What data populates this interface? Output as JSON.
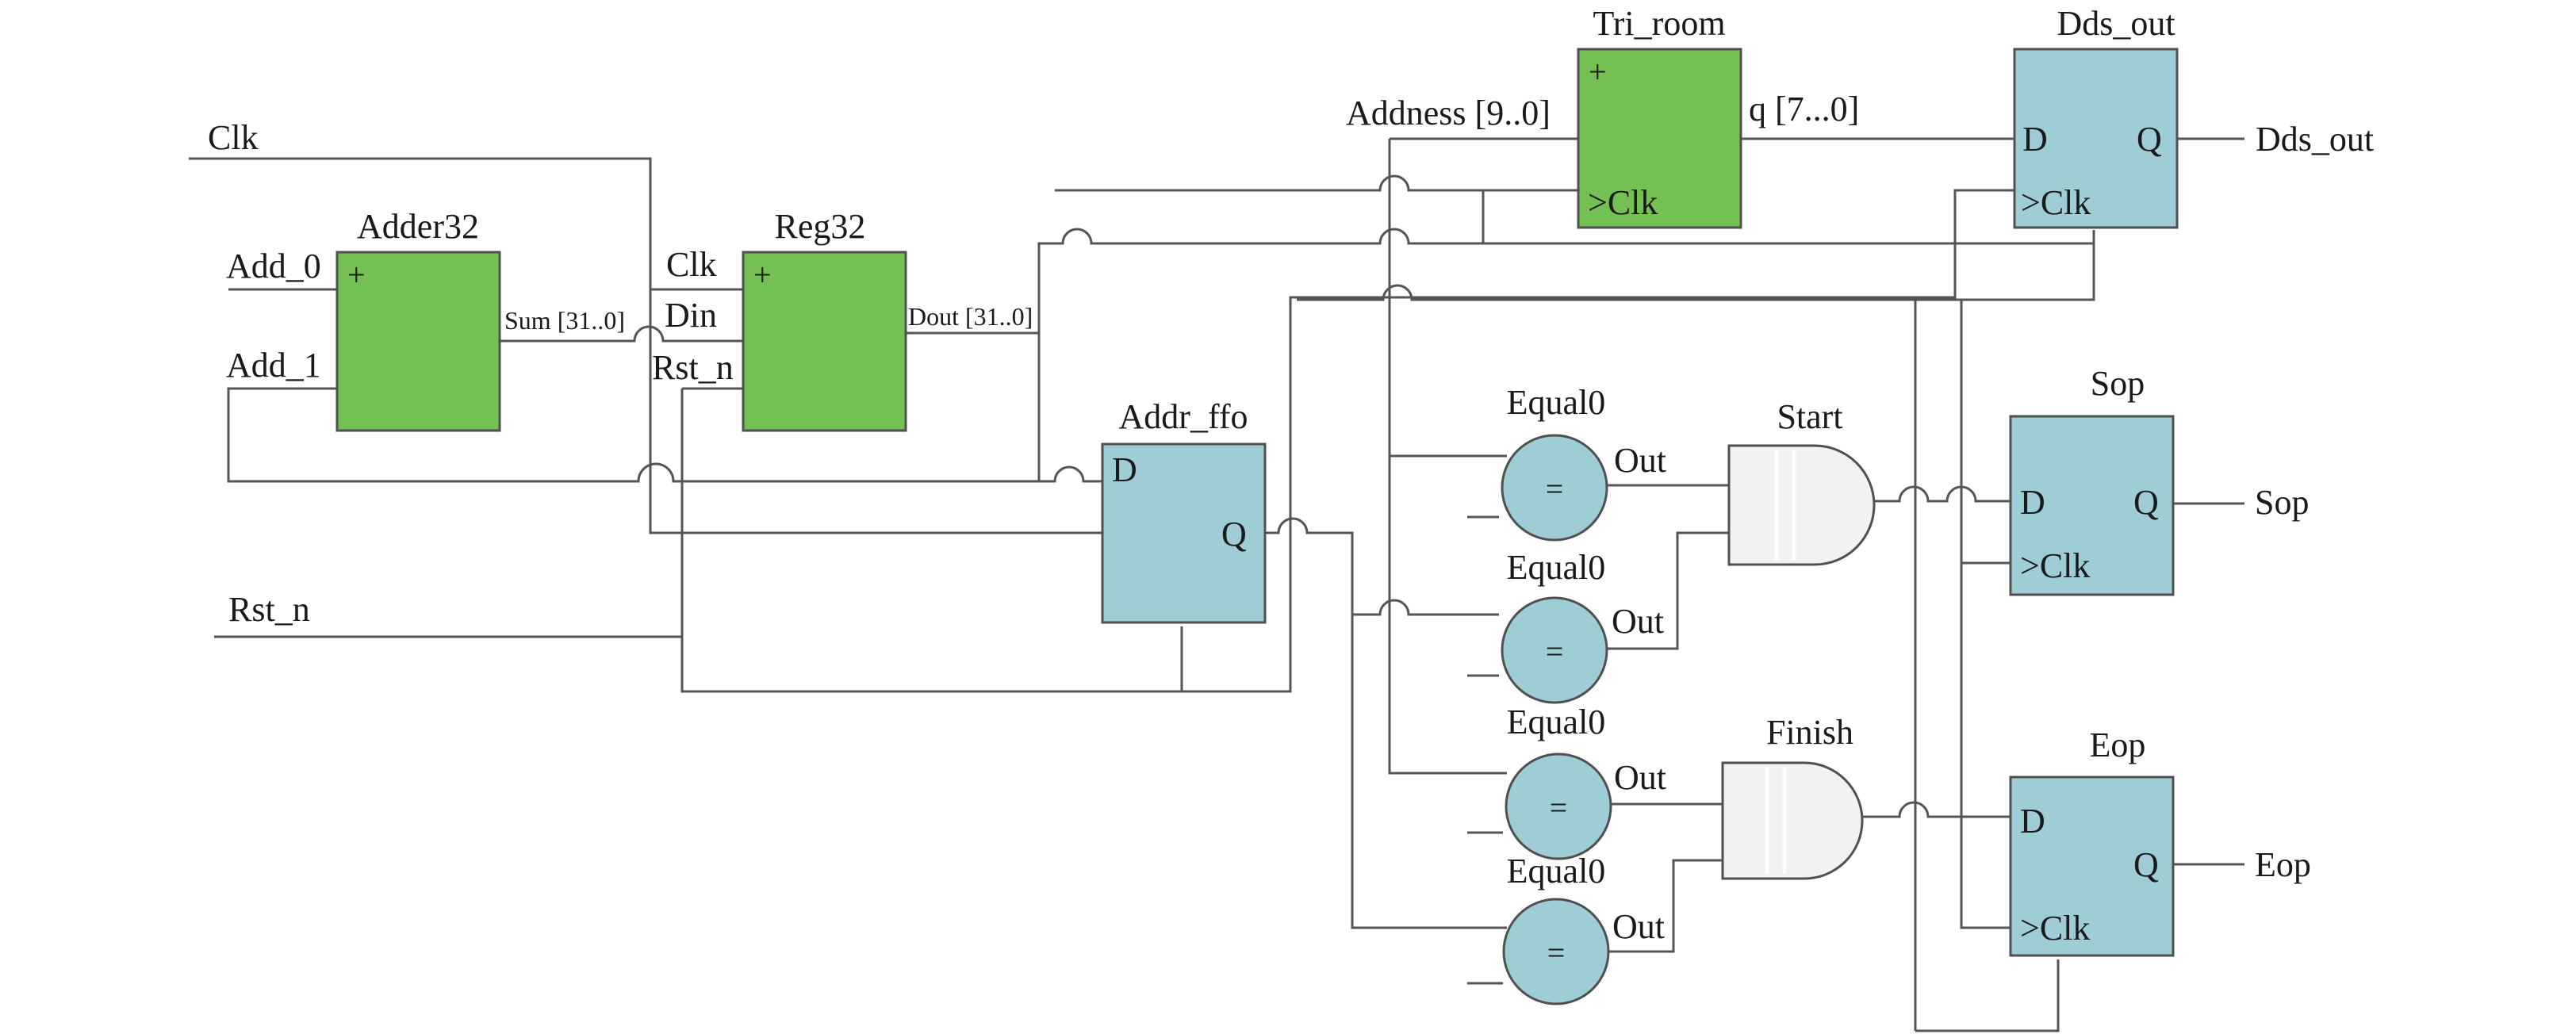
{
  "colors": {
    "logic_block": "#74c052",
    "register_block": "#9fcdd6",
    "gate": "#f2f2f2",
    "wire": "#555555"
  },
  "inputs": {
    "clk": "Clk",
    "add0": "Add_0",
    "add1": "Add_1",
    "rst_n": "Rst_n"
  },
  "adder": {
    "title": "Adder32",
    "plus": "+",
    "out_label": "Sum [31..0]"
  },
  "reg": {
    "title": "Reg32",
    "plus": "+",
    "pin_clk": "Clk",
    "pin_din": "Din",
    "pin_rst": "Rst_n",
    "out_label": "Dout [31..0]"
  },
  "addr_ffo": {
    "title": "Addr_ffo",
    "pin_d": "D",
    "pin_q": "Q"
  },
  "tri_room": {
    "title": "Tri_room",
    "plus": "+",
    "in_label": "Addness [9..0]",
    "out_label": "q [7...0]",
    "pin_clk": ">Clk"
  },
  "dds_out": {
    "title": "Dds_out",
    "pin_d": "D",
    "pin_q": "Q",
    "pin_clk": ">Clk",
    "output_label": "Dds_out"
  },
  "sop": {
    "title": "Sop",
    "pin_d": "D",
    "pin_q": "Q",
    "pin_clk": ">Clk",
    "output_label": "Sop"
  },
  "eop": {
    "title": "Eop",
    "pin_d": "D",
    "pin_q": "Q",
    "pin_clk": ">Clk",
    "output_label": "Eop"
  },
  "comparators": [
    {
      "title": "Equal0",
      "symbol": "=",
      "out": "Out"
    },
    {
      "title": "Equal0",
      "symbol": "=",
      "out": "Out"
    },
    {
      "title": "Equal0",
      "symbol": "=",
      "out": "Out"
    },
    {
      "title": "Equal0",
      "symbol": "=",
      "out": "Out"
    }
  ],
  "gates": {
    "start": "Start",
    "finish": "Finish"
  }
}
